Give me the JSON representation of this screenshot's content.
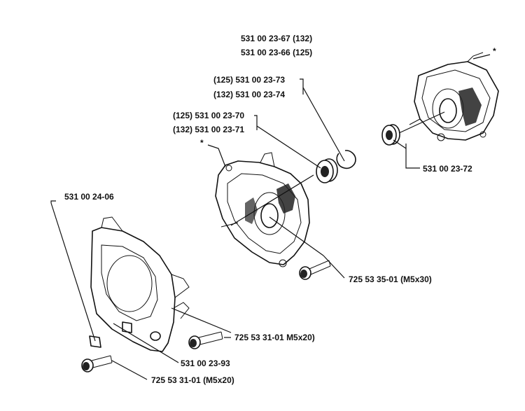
{
  "labels": {
    "crankcase_kit_132": "531 00 23-67 (132)",
    "crankcase_kit_125": "531 00 23-66 (125)",
    "bearing_125_a": "(125) 531 00 23-73",
    "bearing_132_a": "(132) 531 00 23-74",
    "bearing_125_b": "(125) 531 00 23-70",
    "bearing_132_b": "(132) 531 00 23-71",
    "bearing_right": "531 00 23-72",
    "bracket_left": "531 00 24-06",
    "screw_center": "725 53 35-01 (M5x30)",
    "screw_mid": "725 53 31-01 M5x20)",
    "part_bottom": "531 00 23-93",
    "screw_bottom": "725 53 31-01 (M5x20)"
  },
  "markers": {
    "asterisk_right": "*",
    "asterisk_center": "*"
  }
}
